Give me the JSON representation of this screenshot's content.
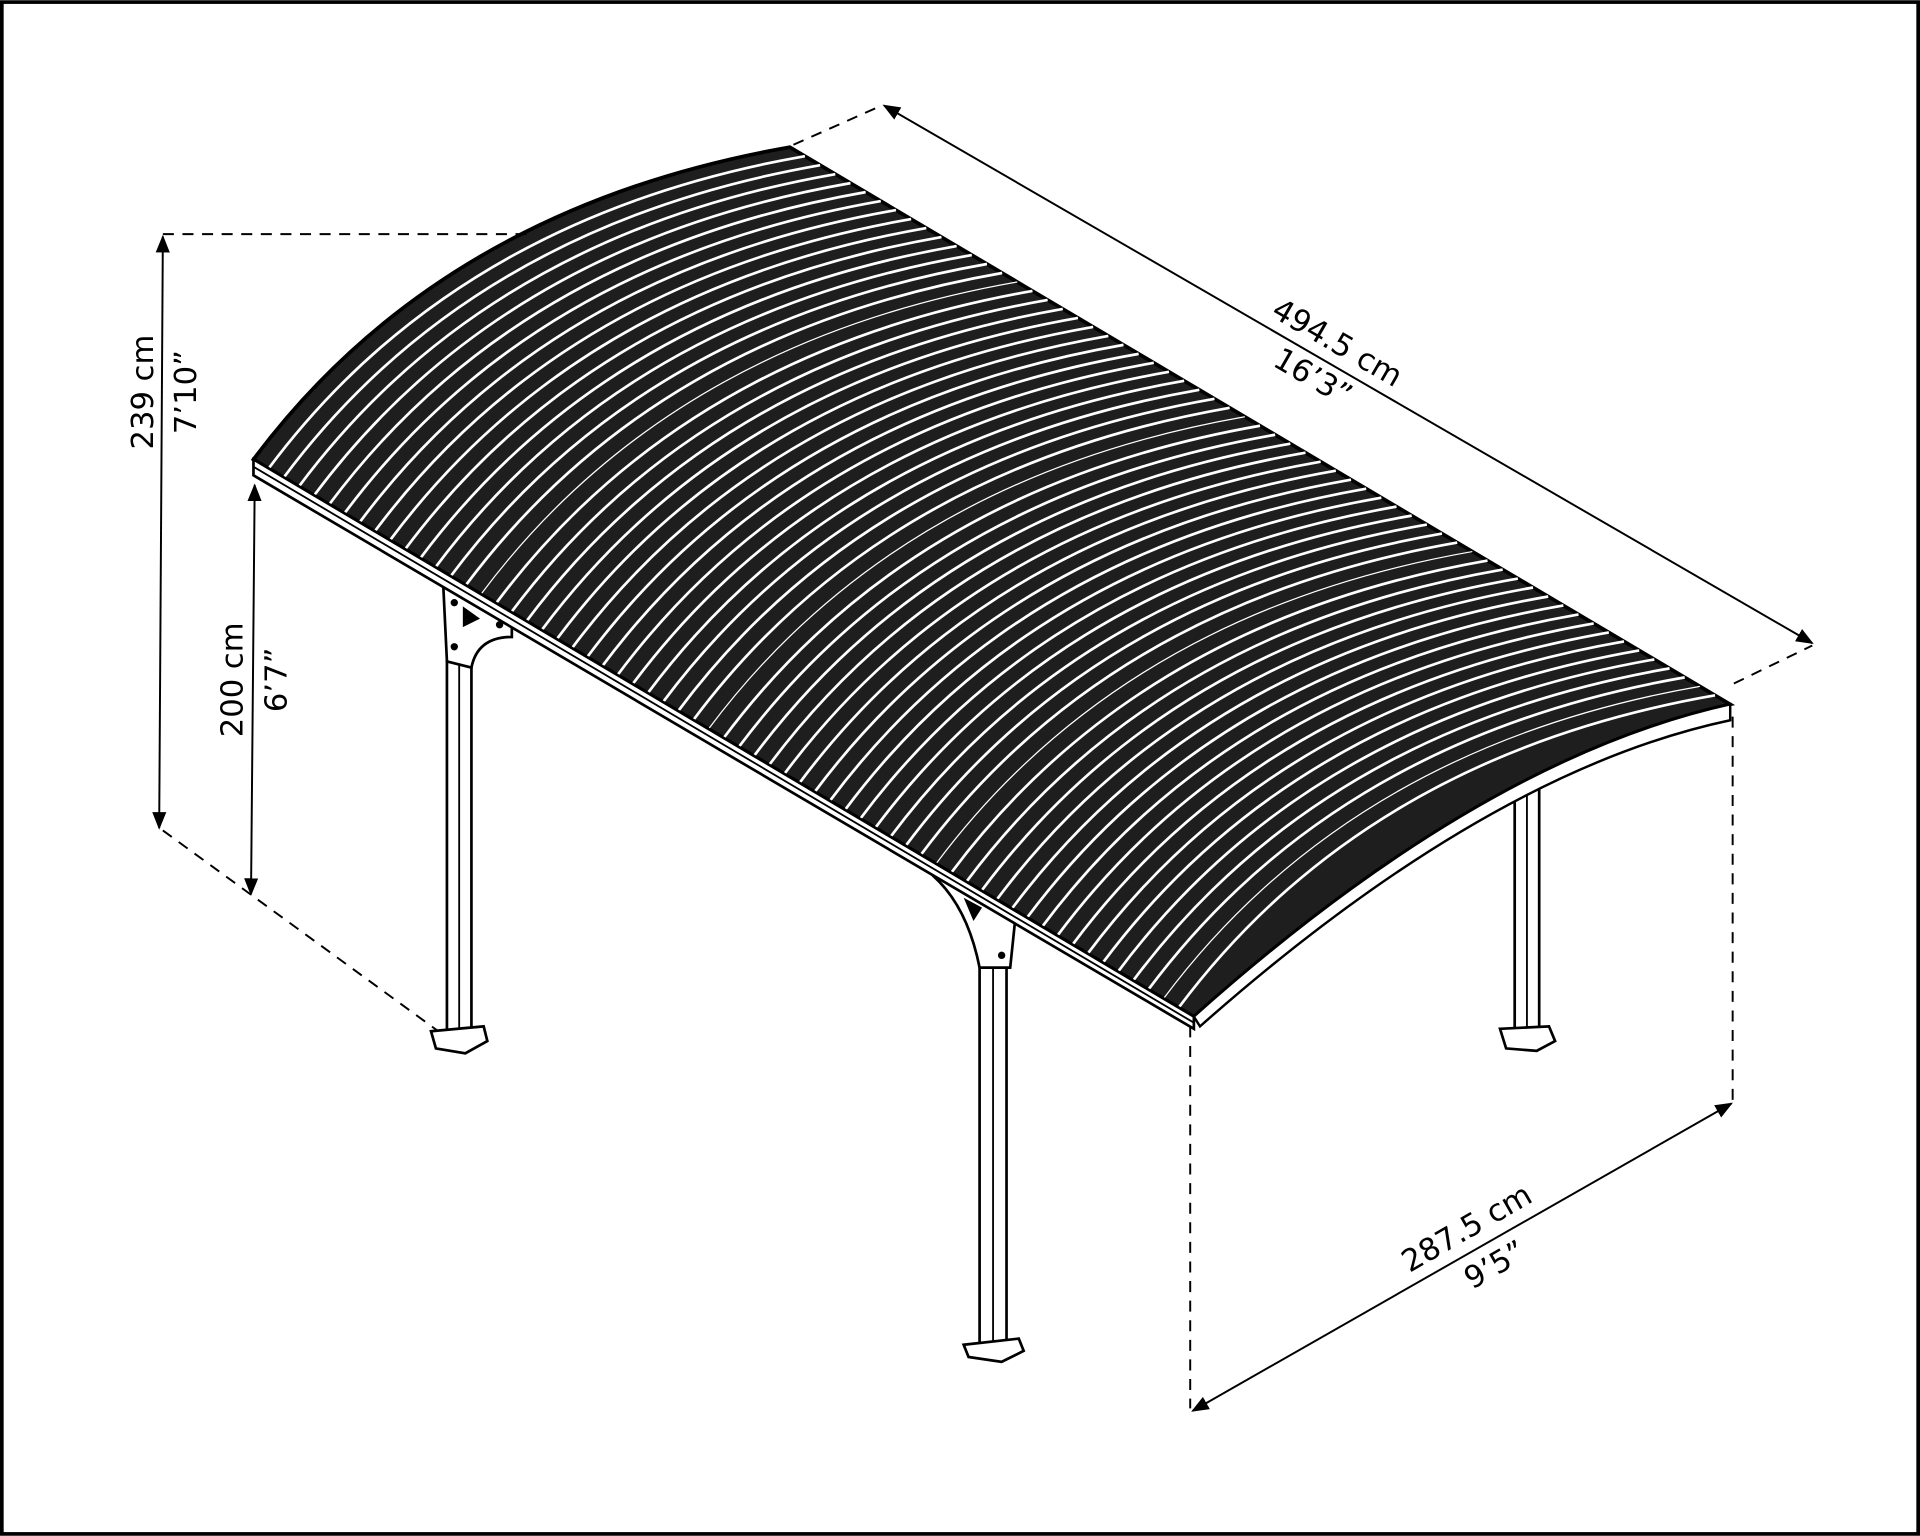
{
  "dimensions": {
    "total_height": {
      "metric": "239 cm",
      "imperial": "7’10”"
    },
    "post_height": {
      "metric": "200 cm",
      "imperial": "6’7”"
    },
    "length": {
      "metric": "494.5 cm",
      "imperial": "16’3”"
    },
    "width": {
      "metric": "287.5 cm",
      "imperial": "9’5”"
    }
  },
  "colors": {
    "roof": "#1e1e1e",
    "rib": "#ffffff",
    "line": "#000000"
  }
}
